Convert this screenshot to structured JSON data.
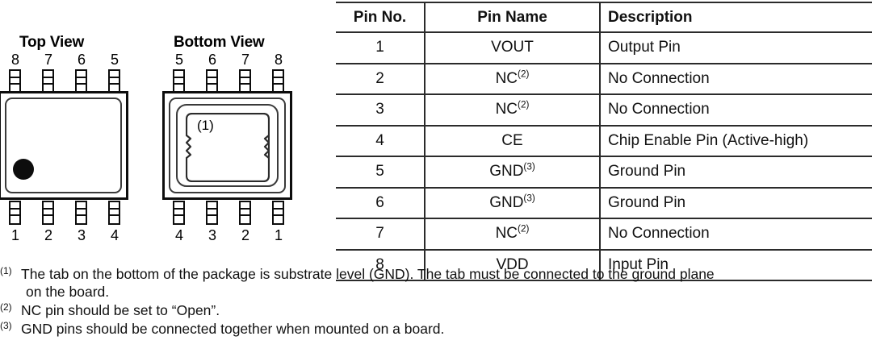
{
  "diagrams": {
    "top_view": {
      "title": "Top View",
      "top_pins": [
        "8",
        "7",
        "6",
        "5"
      ],
      "bottom_pins": [
        "1",
        "2",
        "3",
        "4"
      ],
      "pin1_marker": "pin1-dot"
    },
    "bottom_view": {
      "title": "Bottom View",
      "top_pins": [
        "5",
        "6",
        "7",
        "8"
      ],
      "bottom_pins": [
        "4",
        "3",
        "2",
        "1"
      ],
      "tab_label": "(1)"
    }
  },
  "table": {
    "headers": [
      "Pin No.",
      "Pin Name",
      "Description"
    ],
    "rows": [
      {
        "no": "1",
        "name": "VOUT",
        "note": "",
        "desc": "Output Pin"
      },
      {
        "no": "2",
        "name": "NC",
        "note": "(2)",
        "desc": "No Connection"
      },
      {
        "no": "3",
        "name": "NC",
        "note": "(2)",
        "desc": "No Connection"
      },
      {
        "no": "4",
        "name": "CE",
        "note": "",
        "desc": "Chip Enable Pin (Active-high)"
      },
      {
        "no": "5",
        "name": "GND",
        "note": "(3)",
        "desc": "Ground Pin"
      },
      {
        "no": "6",
        "name": "GND",
        "note": "(3)",
        "desc": "Ground Pin"
      },
      {
        "no": "7",
        "name": "NC",
        "note": "(2)",
        "desc": "No Connection"
      },
      {
        "no": "8",
        "name": "VDD",
        "note": "",
        "desc": "Input Pin"
      }
    ]
  },
  "footnotes": [
    {
      "marker": "(1)",
      "text": "The tab on the bottom of the package is substrate level (GND). The tab must be connected to the ground plane",
      "continuation": "on the board."
    },
    {
      "marker": "(2)",
      "text": "NC pin should be set to “Open”.",
      "continuation": ""
    },
    {
      "marker": "(3)",
      "text": "GND pins should be connected together when mounted on a board.",
      "continuation": ""
    }
  ],
  "colors": {
    "ink": "#0d0d0d",
    "rule": "#2b2b2b",
    "background": "#ffffff"
  }
}
